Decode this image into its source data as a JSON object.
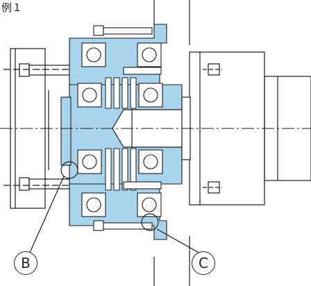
{
  "figure": {
    "title": "例１",
    "callouts": [
      {
        "id": "B",
        "label": "B"
      },
      {
        "id": "C",
        "label": "C"
      }
    ]
  },
  "colors": {
    "highlight": "#a9d4ee",
    "line": "#1a1a1a",
    "background": "#ffffff"
  }
}
